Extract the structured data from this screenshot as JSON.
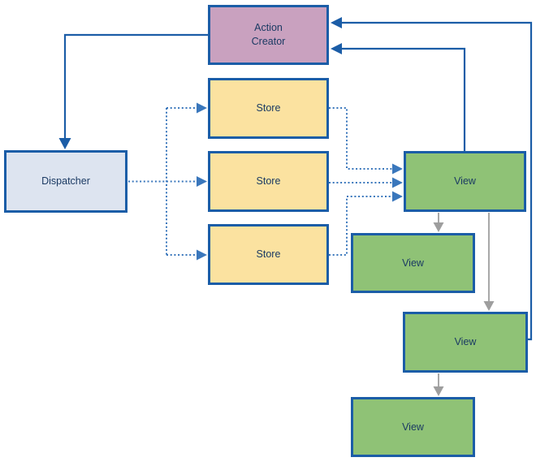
{
  "diagram": {
    "kind": "flux-architecture-flowchart",
    "nodes": {
      "action_creator": {
        "label": "Action Creator"
      },
      "dispatcher": {
        "label": "Dispatcher"
      },
      "store_1": {
        "label": "Store"
      },
      "store_2": {
        "label": "Store"
      },
      "store_3": {
        "label": "Store"
      },
      "view_1": {
        "label": "View"
      },
      "view_2": {
        "label": "View"
      },
      "view_3": {
        "label": "View"
      },
      "view_4": {
        "label": "View"
      }
    },
    "edges": [
      {
        "name": "action-creator-to-dispatcher",
        "from": "action_creator",
        "to": "dispatcher",
        "style": "solid-blue-arrow"
      },
      {
        "name": "dispatcher-to-store-1",
        "from": "dispatcher",
        "to": "store_1",
        "style": "dotted-blue-arrow"
      },
      {
        "name": "dispatcher-to-store-2",
        "from": "dispatcher",
        "to": "store_2",
        "style": "dotted-blue-arrow"
      },
      {
        "name": "dispatcher-to-store-3",
        "from": "dispatcher",
        "to": "store_3",
        "style": "dotted-blue-arrow"
      },
      {
        "name": "store-1-to-view-1",
        "from": "store_1",
        "to": "view_1",
        "style": "dotted-blue-arrow"
      },
      {
        "name": "store-2-to-view-1",
        "from": "store_2",
        "to": "view_1",
        "style": "dotted-blue-arrow"
      },
      {
        "name": "store-3-to-view-1",
        "from": "store_3",
        "to": "view_1",
        "style": "dotted-blue-arrow"
      },
      {
        "name": "view-1-to-action-creator",
        "from": "view_1",
        "to": "action_creator",
        "style": "solid-blue-arrow"
      },
      {
        "name": "view-3-to-action-creator",
        "from": "view_3",
        "to": "action_creator",
        "style": "solid-blue-arrow"
      },
      {
        "name": "view-1-to-view-2",
        "from": "view_1",
        "to": "view_2",
        "style": "gray-arrow"
      },
      {
        "name": "view-1-to-view-3",
        "from": "view_1",
        "to": "view_3",
        "style": "gray-arrow"
      },
      {
        "name": "view-3-to-view-4",
        "from": "view_3",
        "to": "view_4",
        "style": "gray-arrow"
      }
    ]
  },
  "colors": {
    "border_blue": "#1b5da7",
    "arrow_blue": "#1b5da7",
    "dotted_blue": "#3a77bc",
    "gray_arrow": "#9e9e9e",
    "action_creator_fill": "#c9a1bf",
    "dispatcher_fill": "#dde4f0",
    "store_fill": "#fbe2a0",
    "view_fill": "#8fc276",
    "text": "#1b3a63",
    "background": "#ffffff"
  }
}
